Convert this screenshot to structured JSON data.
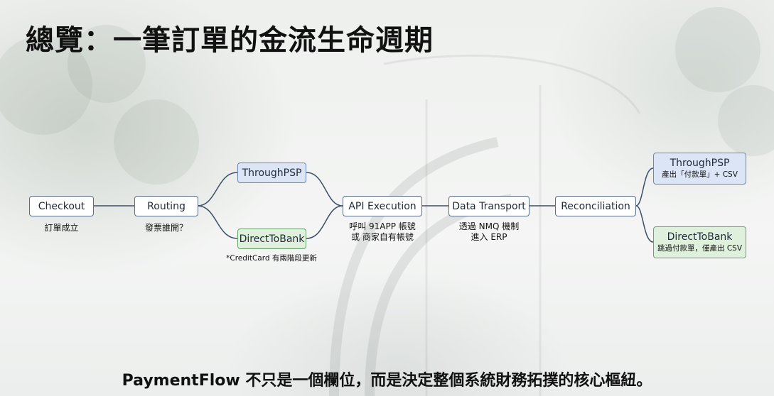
{
  "title": "總覽：一筆訂單的金流生命週期",
  "nodes": {
    "checkout": {
      "label": "Checkout",
      "caption": "訂單成立"
    },
    "routing": {
      "label": "Routing",
      "caption": "發票誰開？"
    },
    "through_psp": {
      "label": "ThroughPSP"
    },
    "direct_to_bank": {
      "label": "DirectToBank",
      "caption": "*CreditCard 有兩階段更新"
    },
    "api_execution": {
      "label": "API Execution",
      "caption_line1": "呼叫 91APP 帳號",
      "caption_line2": "或 商家自有帳號"
    },
    "data_transport": {
      "label": "Data Transport",
      "caption_line1": "透過 NMQ 機制",
      "caption_line2": "進入 ERP"
    },
    "reconciliation": {
      "label": "Reconciliation"
    },
    "recon_through_psp": {
      "label": "ThroughPSP",
      "caption": "產出「付款單」+ CSV"
    },
    "recon_direct_to_bank": {
      "label": "DirectToBank",
      "caption": "跳過付款單，僅產出 CSV"
    }
  },
  "colors": {
    "psp_fill": "#dbe5f6",
    "bank_fill": "#dff0dc",
    "connector": "#3d4f66"
  },
  "footer": "PaymentFlow 不只是一個欄位，而是決定整個系統財務拓撲的核心樞紐。"
}
